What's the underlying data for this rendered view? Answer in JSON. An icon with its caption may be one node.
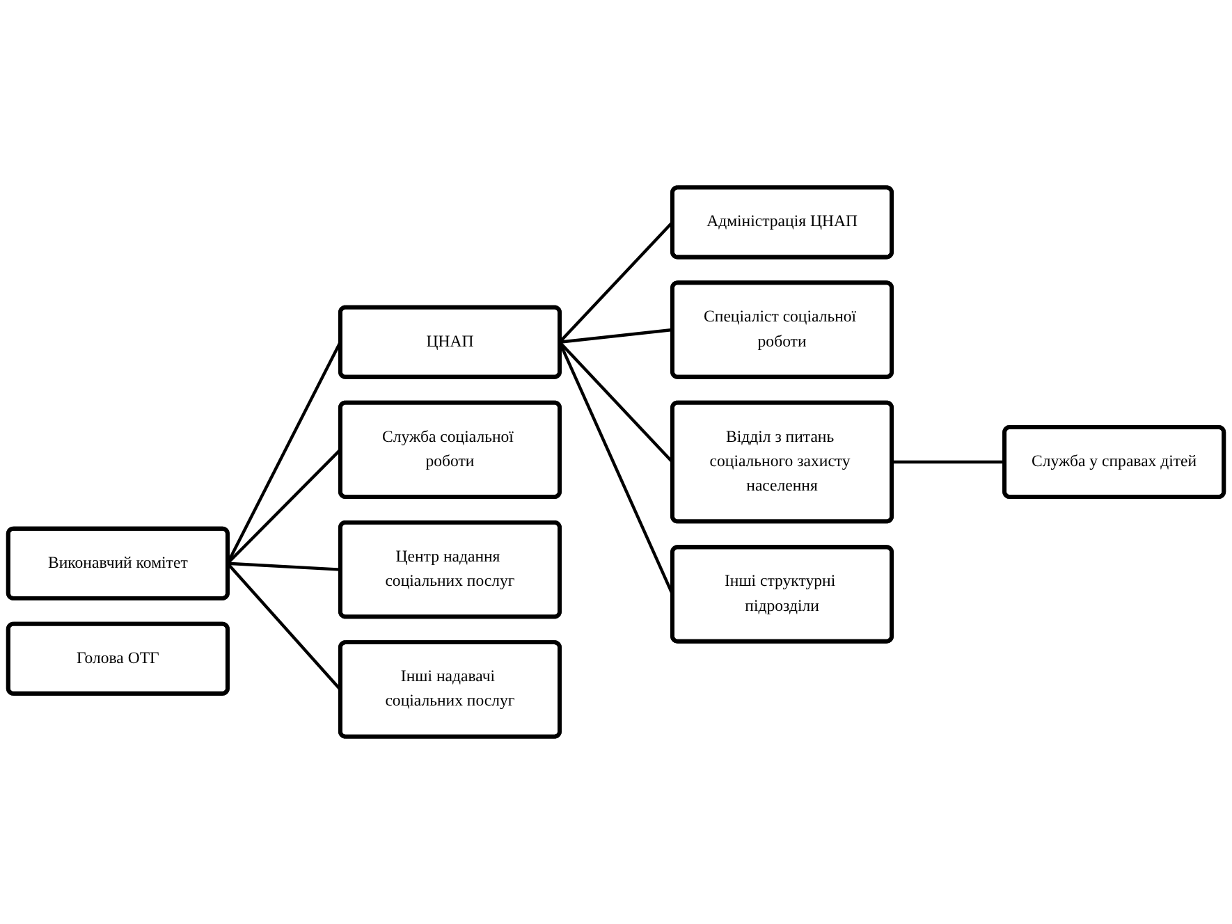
{
  "diagram": {
    "nodes": [
      {
        "text": [
          "Голова ОТГ"
        ]
      },
      {
        "text": [
          "Виконавчий комітет"
        ]
      },
      {
        "text": [
          "ЦНАП"
        ]
      },
      {
        "text": [
          "Служба соціальної роботи"
        ]
      },
      {
        "text": [
          "Центр надання соціальних послуг"
        ]
      },
      {
        "text": [
          "Інші надавачі соціальних послуг"
        ]
      },
      {
        "text": [
          "Адміністрація ЦНАП"
        ]
      },
      {
        "text": [
          "Спеціаліст соціальної роботи"
        ]
      },
      {
        "text": [
          "Відділ з питань соціального захисту населення"
        ]
      },
      {
        "text": [
          "Інші структурні підрозділи"
        ]
      },
      {
        "text": [
          "Служба у справах дітей"
        ]
      }
    ],
    "edges": [
      {
        "from": 1,
        "to": 2,
        "arrow": "none"
      },
      {
        "from": 1,
        "to": 3,
        "arrow": "none"
      },
      {
        "from": 1,
        "to": 4,
        "arrow": "none"
      },
      {
        "from": 1,
        "to": 5,
        "arrow": "none"
      },
      {
        "from": 2,
        "to": 6,
        "arrow": "none"
      },
      {
        "from": 2,
        "to": 7,
        "arrow": "none"
      },
      {
        "from": 2,
        "to": 8,
        "arrow": "none"
      },
      {
        "from": 2,
        "to": 9,
        "arrow": "none"
      },
      {
        "from": 8,
        "to": 10,
        "arrow": "none"
      }
    ]
  }
}
